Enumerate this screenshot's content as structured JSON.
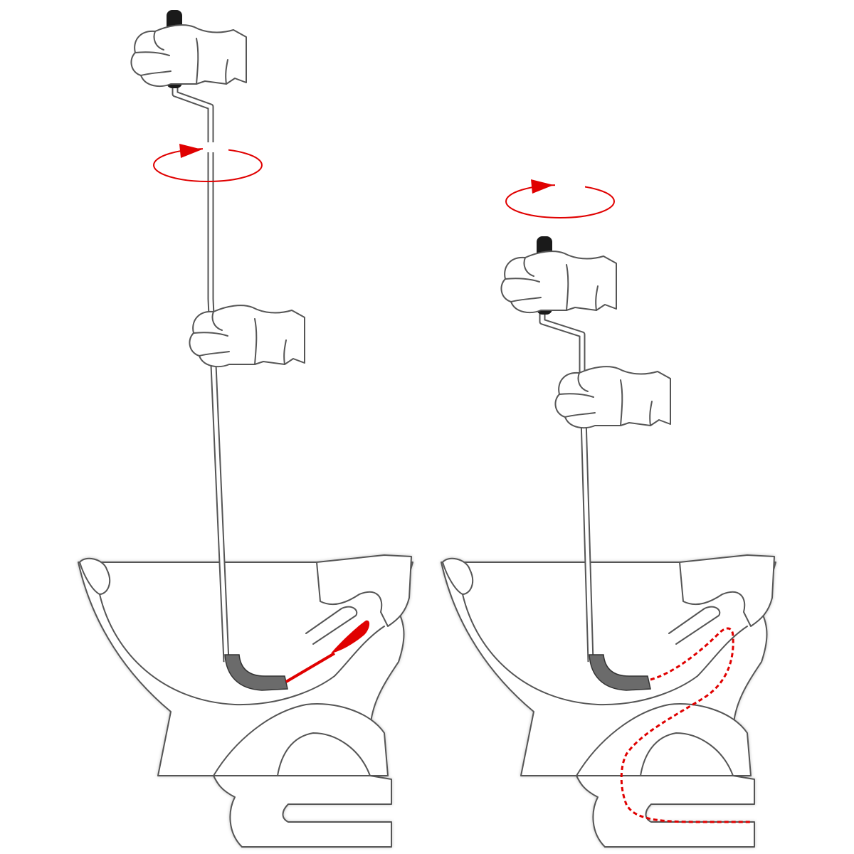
{
  "diagram": {
    "panels": [
      {
        "id": "left",
        "description_visible_text": "",
        "state": "auger inserted, cable tip extended"
      },
      {
        "id": "right",
        "description_visible_text": "",
        "state": "auger cranked, cable fed through trap"
      }
    ]
  },
  "colors": {
    "background": "#ffffff",
    "outline": "#555555",
    "toilet_fill": "#ffffff",
    "auger_guard": "#6b6b6b",
    "handle_grip": "#1a1a1a",
    "cable_red": "#e00000",
    "arrow_red": "#e00000"
  },
  "icons": {
    "rotation_arrow": "clockwise-rotation-arrow",
    "hand": "gloved-hand"
  }
}
